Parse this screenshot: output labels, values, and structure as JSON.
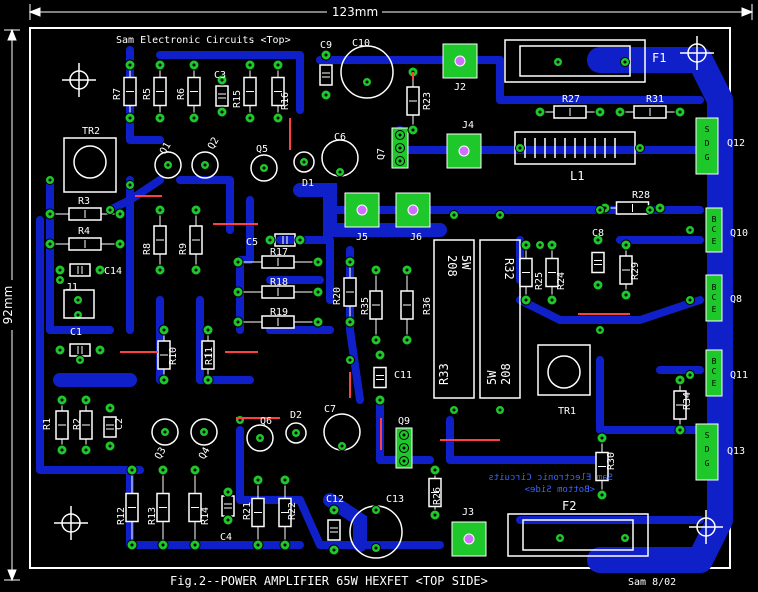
{
  "board": {
    "header": "Sam Electronic Circuits <Top>",
    "caption": "Fig.2--POWER AMPLIFIER 65W HEXFET <TOP SIDE>",
    "signature": "Sam 8/02",
    "width_label": "123mm",
    "height_label": "92mm",
    "mirrored_text_line1": "Sam Electronic Circuits",
    "mirrored_text_line2": "<Bottom Side>"
  },
  "colors": {
    "background": "#000000",
    "trace": "#1020c8",
    "pad": "#1ec82a",
    "silkscreen": "#ffffff",
    "jumper": "#ff4040",
    "terminal_square": "#1ec82a"
  },
  "components": {
    "resistors": [
      "R1",
      "R2",
      "R3",
      "R4",
      "R5",
      "R6",
      "R7",
      "R8",
      "R9",
      "R10",
      "R11",
      "R12",
      "R13",
      "R14",
      "R15",
      "R16",
      "R17",
      "R18",
      "R19",
      "R20",
      "R21",
      "R22",
      "R23",
      "R24",
      "R25",
      "R26",
      "R27",
      "R28",
      "R29",
      "R30",
      "R31",
      "R32",
      "R33",
      "R34",
      "R35",
      "R36"
    ],
    "capacitors": [
      "C1",
      "C2",
      "C3",
      "C4",
      "C5",
      "C6",
      "C7",
      "C8",
      "C9",
      "C10",
      "C11",
      "C12",
      "C13",
      "C14"
    ],
    "transistors": [
      "Q1",
      "Q2",
      "Q3",
      "Q4",
      "Q5",
      "Q6",
      "Q7",
      "Q8",
      "Q9",
      "Q10",
      "Q11",
      "Q12",
      "Q13"
    ],
    "trimmers": [
      "TR1",
      "TR2"
    ],
    "diodes": [
      "D1",
      "D2"
    ],
    "connectors": [
      "J1",
      "J2",
      "J3",
      "J4",
      "J5",
      "J6"
    ],
    "fuses": [
      "F1",
      "F2"
    ],
    "inductor": "L1",
    "power_resistor_text": {
      "r32_value": "208",
      "r32_power": "5W",
      "r33_power": "5W",
      "r33_value": "208"
    },
    "transistor_pins": [
      "S",
      "D",
      "G"
    ],
    "driver_pins": [
      "B",
      "C",
      "E"
    ]
  }
}
